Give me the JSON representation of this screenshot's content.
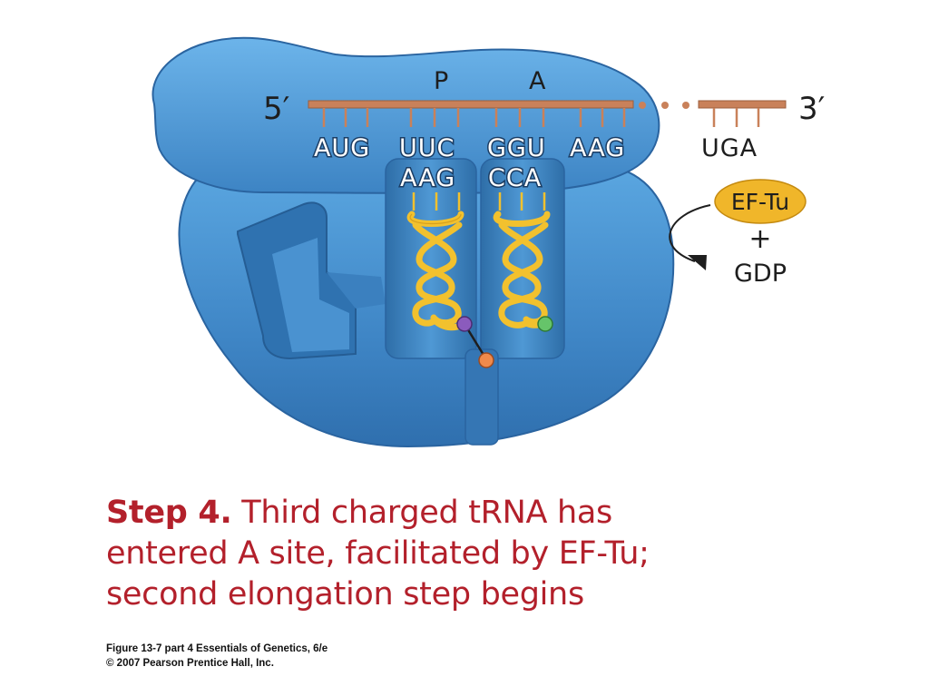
{
  "diagram": {
    "mrna_end_left": "5′",
    "mrna_end_right": "3′",
    "site_p": "P",
    "site_a": "A",
    "codons": [
      "AUG",
      "UUC",
      "GGU",
      "AAG",
      "UGA"
    ],
    "anticodons": [
      "AAG",
      "CCA"
    ],
    "factor": "EF-Tu",
    "plus": "+",
    "product": "GDP"
  },
  "caption": {
    "step": "Step 4.",
    "text_line1": " Third charged tRNA has",
    "text_line2": "entered A site, facilitated by EF-Tu;",
    "text_line3": "second elongation step begins"
  },
  "credit": {
    "line1": "Figure 13-7 part 4  Essentials of Genetics, 6/e",
    "line2": "© 2007 Pearson Prentice Hall, Inc."
  },
  "colors": {
    "ribosome": "#4a90cc",
    "mrna": "#c9815a",
    "trna": "#f2c12e",
    "caption": "#b3202b",
    "ef_tu": "#f0b62a"
  }
}
